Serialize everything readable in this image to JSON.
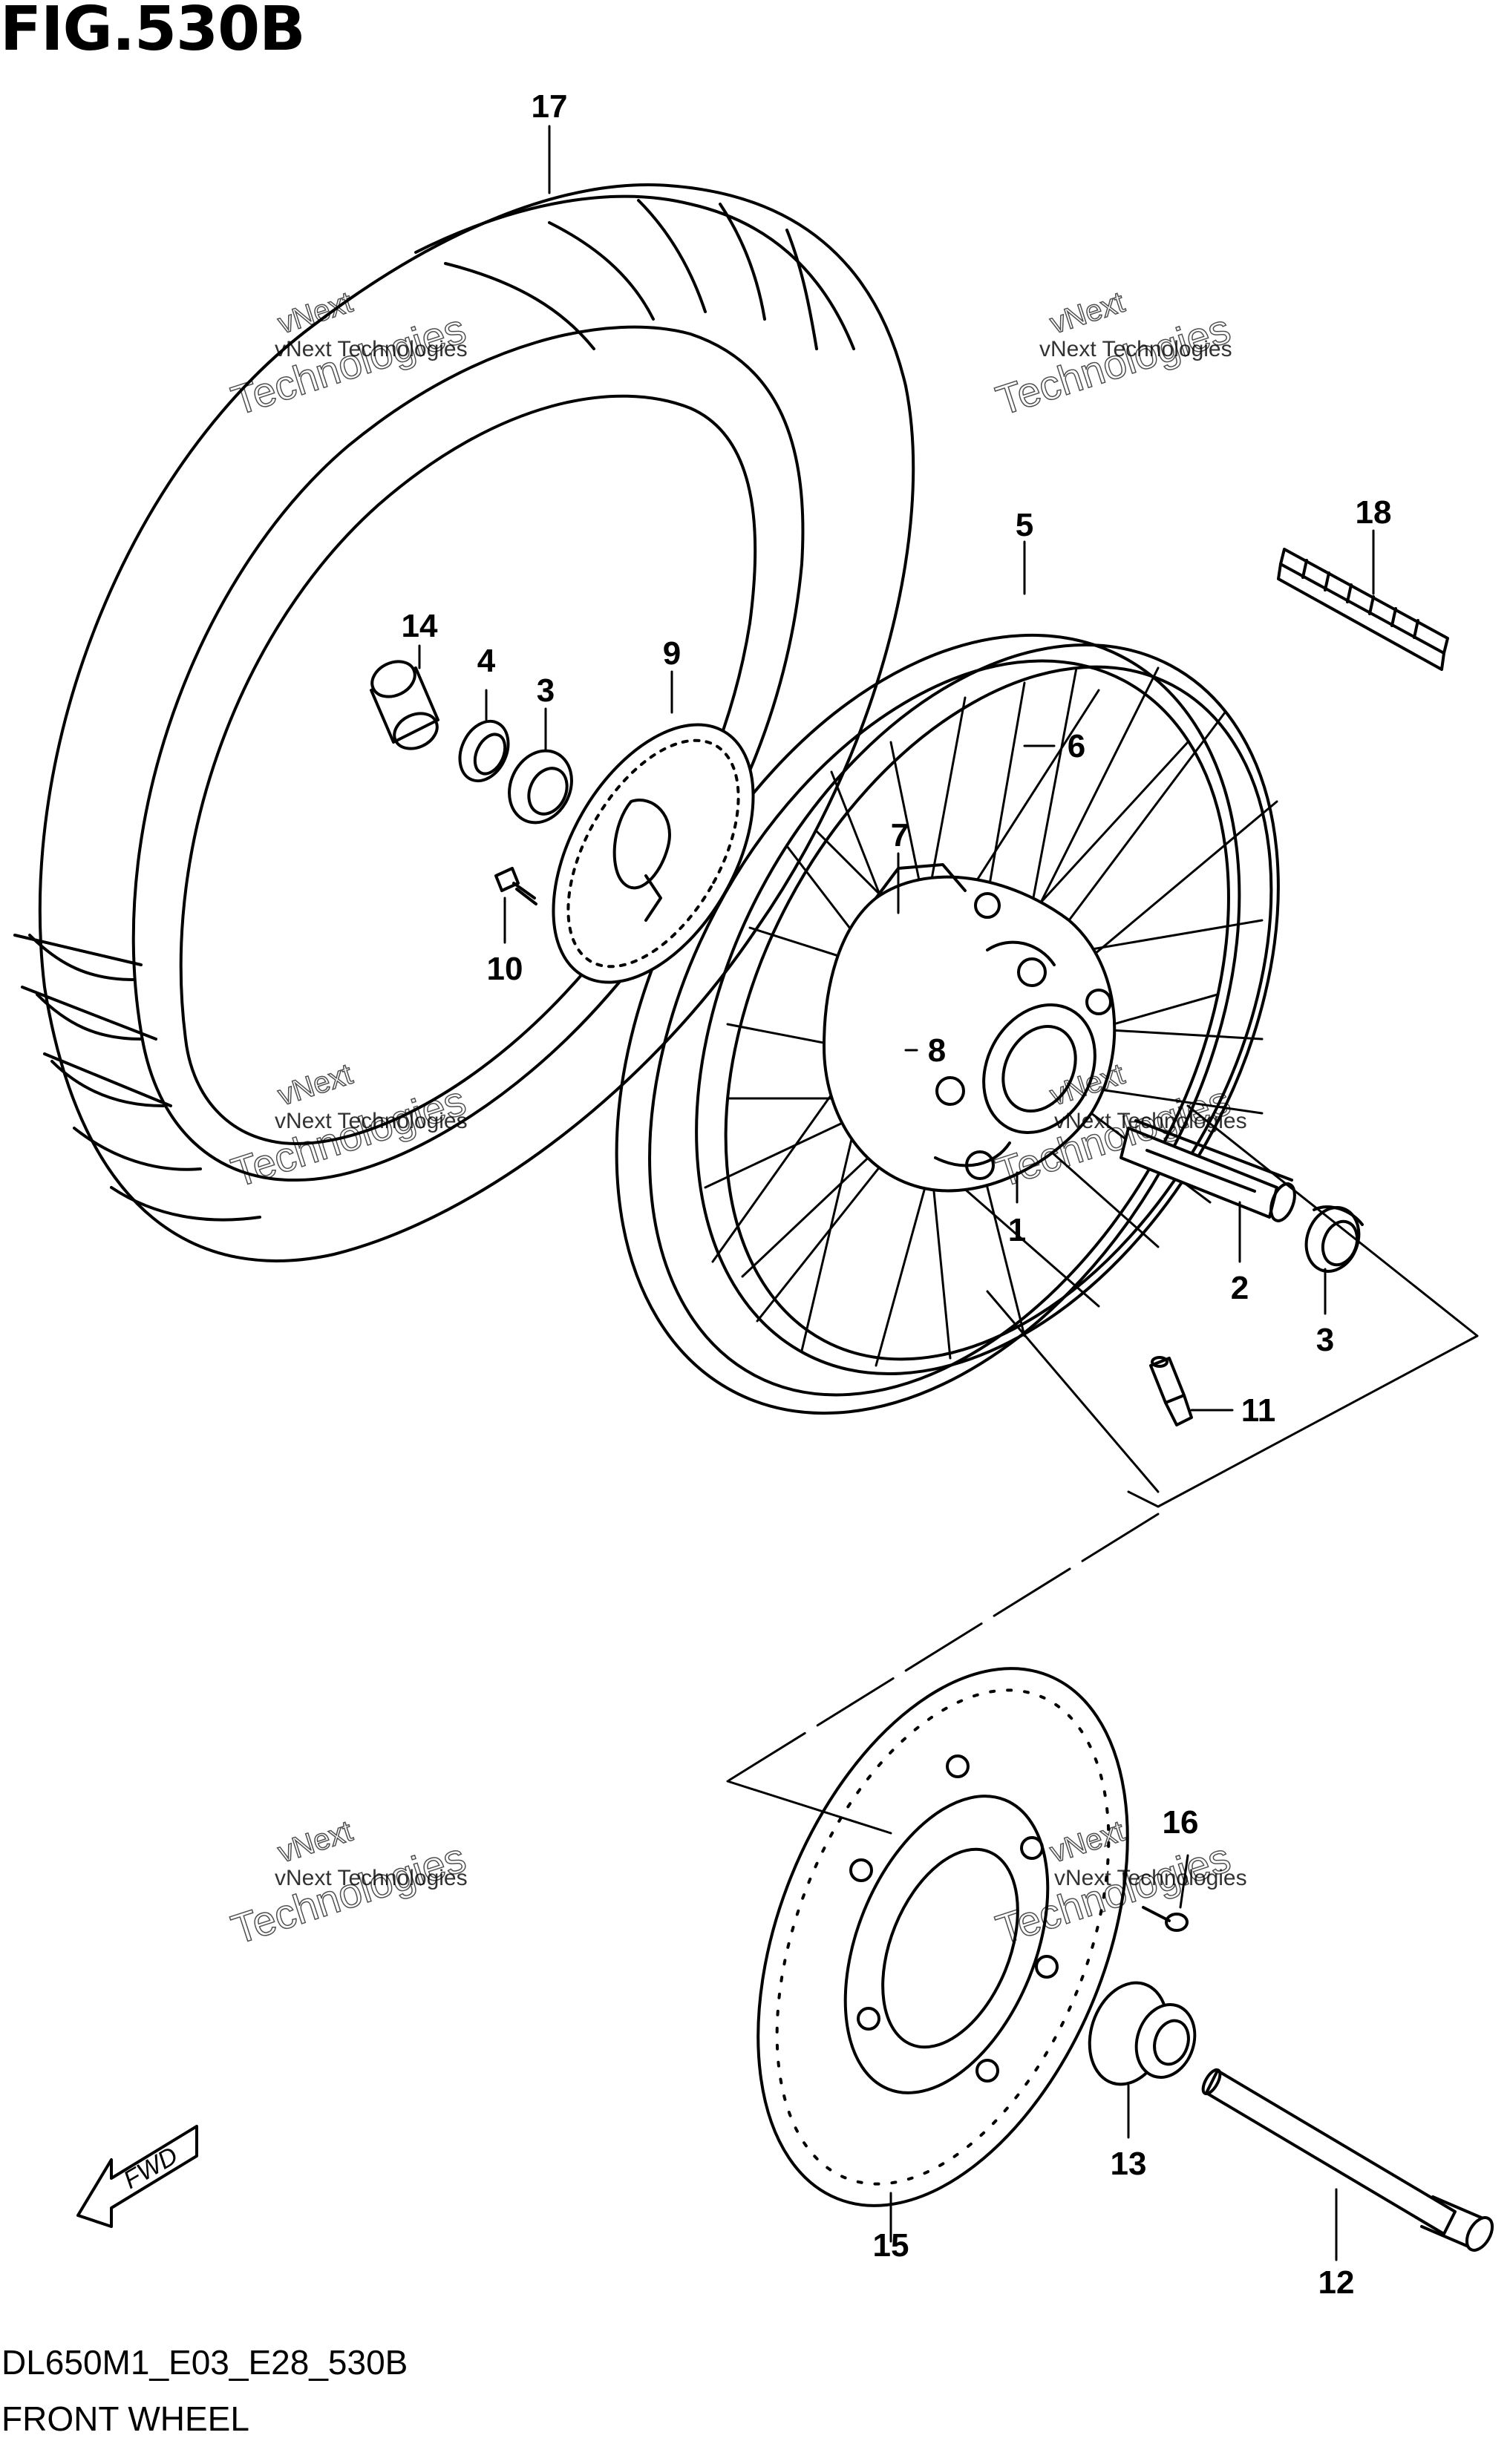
{
  "figure": {
    "title": "FIG.530B",
    "code": "DL650M1_E03_E28_530B",
    "caption": "FRONT WHEEL"
  },
  "watermark": {
    "line1": "vNext Technologies",
    "line2": "vNext",
    "line3": "Technologies"
  },
  "fwd_label": "FWD",
  "callouts": [
    "17",
    "18",
    "5",
    "14",
    "4",
    "3",
    "9",
    "6",
    "7",
    "10",
    "8",
    "1",
    "2",
    "3",
    "11",
    "16",
    "13",
    "15",
    "12"
  ]
}
